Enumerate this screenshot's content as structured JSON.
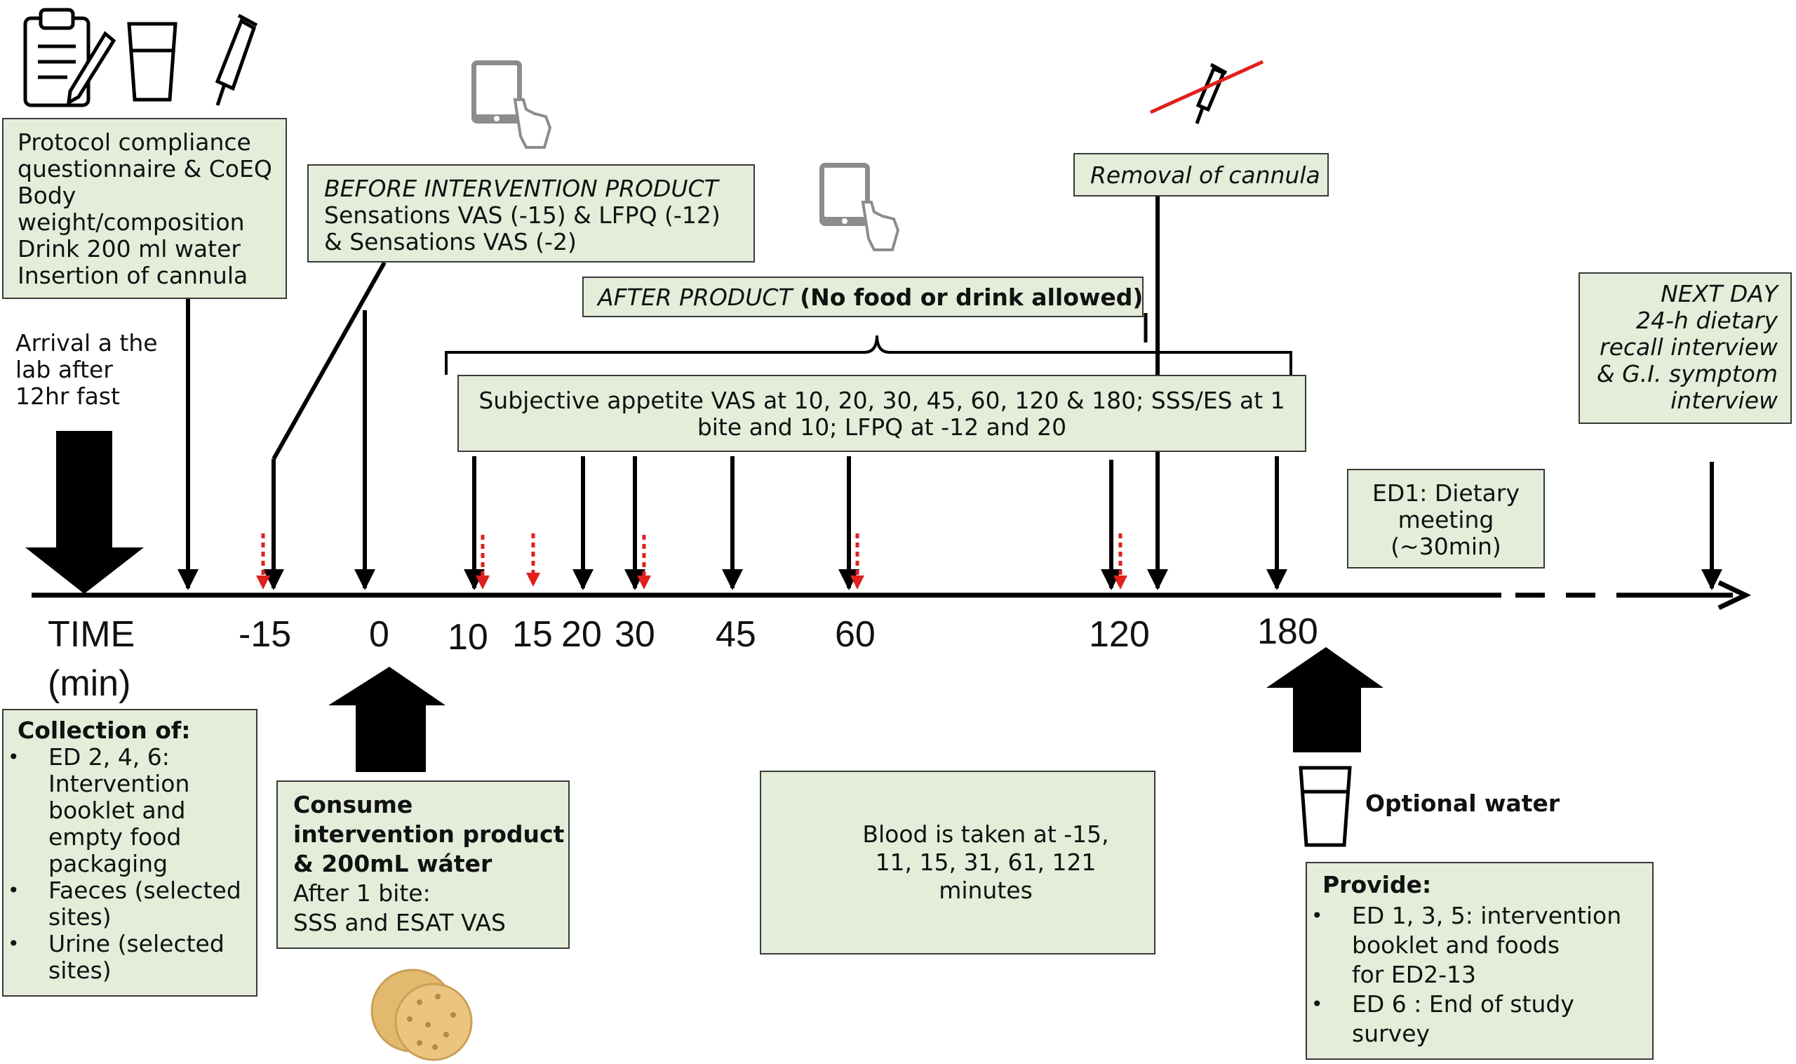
{
  "box_compliance": {
    "lines": [
      "Protocol compliance",
      "questionnaire & CoEQ",
      "Body",
      "weight/composition",
      "Drink 200 ml water",
      "Insertion of cannula"
    ]
  },
  "arrival": {
    "lines": [
      "Arrival a the",
      "lab after",
      "12hr fast"
    ]
  },
  "box_before": {
    "title": "BEFORE INTERVENTION PRODUCT",
    "lines": [
      "Sensations VAS (-15) & LFPQ (-12)",
      "& Sensations VAS (-2)"
    ]
  },
  "box_after": {
    "italic": "AFTER PRODUCT",
    "bold": "(No food or drink allowed)"
  },
  "box_removal": {
    "text": "Removal of cannula"
  },
  "box_appetite": {
    "lines": [
      "Subjective appetite VAS at 10, 20, 30, 45, 60, 120 & 180; SSS/ES at 1",
      "bite and 10; LFPQ at -12 and 20"
    ]
  },
  "box_nextday": {
    "lines": [
      "NEXT DAY",
      "24-h dietary",
      "recall interview",
      "& G.I. symptom",
      "interview"
    ]
  },
  "box_ed1": {
    "lines": [
      "ED1: Dietary",
      "meeting",
      "(~30min)"
    ]
  },
  "axis": {
    "time_label": [
      "TIME",
      "(min)"
    ],
    "ticks": [
      "-15",
      "0",
      "10",
      "15",
      "20",
      "30",
      "45",
      "60",
      "120",
      "180"
    ]
  },
  "box_collection": {
    "title": "Collection of:",
    "items": [
      [
        "ED 2, 4, 6:",
        "Intervention",
        "booklet and",
        "empty food",
        "packaging"
      ],
      [
        "Faeces (selected",
        "sites)"
      ],
      [
        "Urine (selected",
        "sites)"
      ]
    ]
  },
  "box_consume": {
    "bold_lines": [
      "Consume",
      "intervention product",
      "& 200mL wáter"
    ],
    "lines": [
      "After 1 bite:",
      "SSS and ESAT VAS"
    ]
  },
  "box_blood": {
    "lines": [
      "Blood is taken at -15,",
      "11, 15, 31, 61, 121",
      "minutes"
    ]
  },
  "optional_water": {
    "text": "Optional water"
  },
  "box_provide": {
    "title": "Provide:",
    "items": [
      [
        "ED 1, 3, 5: intervention",
        "booklet and foods",
        "for ED2-13"
      ],
      [
        "ED 6 : End of study",
        "survey"
      ]
    ]
  },
  "colors": {
    "box_fill": "#e3edd9",
    "blood_arrow": "#e0201c",
    "ink": "#000000",
    "tablet": "#8c8c8c",
    "cookie": "#e2b96f"
  },
  "icons": [
    "clipboard-icon",
    "water-glass-icon",
    "syringe-icon",
    "tablet-touch-icon",
    "crossed-syringe-icon",
    "cookie-icon",
    "blood-draw-arrow-icon"
  ]
}
